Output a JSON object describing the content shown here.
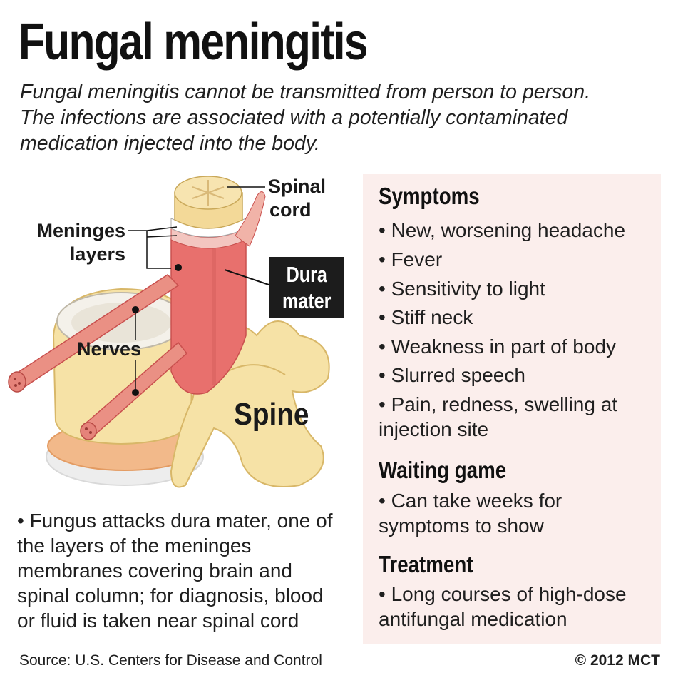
{
  "title": "Fungal meningitis",
  "subtitle": "Fungal meningitis cannot be transmitted from person to person. The infections are associated with a potentially contaminated medication injected into the body.",
  "diagram": {
    "label_spinal_cord_1": "Spinal",
    "label_spinal_cord_2": "cord",
    "label_meninges_1": "Meninges",
    "label_meninges_2": "layers",
    "label_dura_1": "Dura",
    "label_dura_2": "mater",
    "label_nerves": "Nerves",
    "label_spine": "Spine"
  },
  "note": "• Fungus attacks dura mater, one of the layers of the meninges membranes covering brain and spinal column; for diagnosis, blood or fluid is taken near spinal cord",
  "panel": {
    "symptoms_heading": "Symptoms",
    "symptoms": [
      "• New, worsening headache",
      "• Fever",
      "• Sensitivity to light",
      "• Stiff neck",
      "• Weakness in part of body",
      "• Slurred speech",
      "• Pain, redness, swelling at injection site"
    ],
    "waiting_heading": "Waiting game",
    "waiting_text": "• Can take weeks for symptoms to show",
    "treatment_heading": "Treatment",
    "treatment_text": "• Long courses of high-dose antifungal medication"
  },
  "footer": {
    "source": "Source: U.S. Centers for Disease and Control",
    "credit": "© 2012 MCT"
  },
  "colors": {
    "panel_bg": "#fbeeec",
    "dura": "#e8706d",
    "bone": "#f6e2a6",
    "nerve": "#e98a82"
  }
}
